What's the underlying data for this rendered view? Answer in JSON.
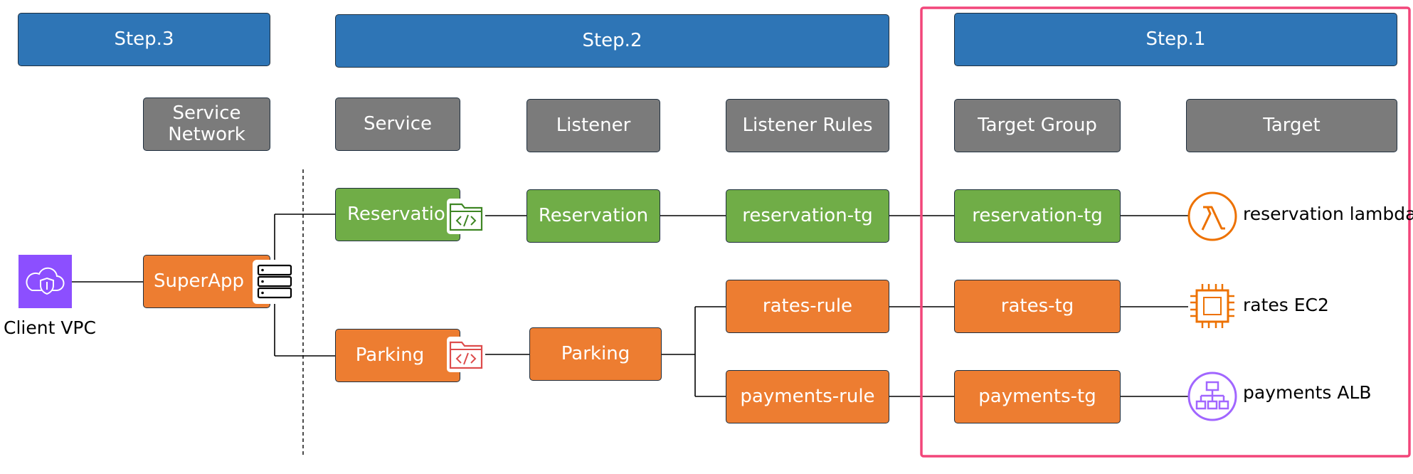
{
  "steps": {
    "step3": "Step.3",
    "step2": "Step.2",
    "step1": "Step.1"
  },
  "headers": {
    "service_network": "Service Network",
    "service": "Service",
    "listener": "Listener",
    "listener_rules": "Listener Rules",
    "target_group": "Target Group",
    "target": "Target"
  },
  "nodes": {
    "client_vpc": "Client VPC",
    "superapp": "SuperApp",
    "service_reservation": "Reservation",
    "service_parking": "Parking",
    "listener_reservation": "Reservation",
    "listener_parking": "Parking",
    "rule_reservation": "reservation-tg",
    "rule_rates": "rates-rule",
    "rule_payments": "payments-rule",
    "tg_reservation": "reservation-tg",
    "tg_rates": "rates-tg",
    "tg_payments": "payments-tg",
    "target_reservation": "reservation lambda",
    "target_rates": "rates EC2",
    "target_payments": "payments ALB"
  },
  "colors": {
    "step": "#2e75b6",
    "header": "#7b7b7b",
    "green": "#70ad47",
    "orange": "#ed7d31",
    "highlight": "#f2467a",
    "vpc": "#8c4fff",
    "lambda": "#ed7100",
    "ec2": "#ed7100",
    "alb": "#a166ff"
  },
  "icons": {
    "vpc": "vpc-cloud-shield-icon",
    "server": "server-stack-icon",
    "code_green": "code-folder-icon",
    "code_red": "code-folder-icon",
    "lambda": "lambda-icon",
    "ec2": "ec2-chip-icon",
    "alb": "load-balancer-icon"
  }
}
